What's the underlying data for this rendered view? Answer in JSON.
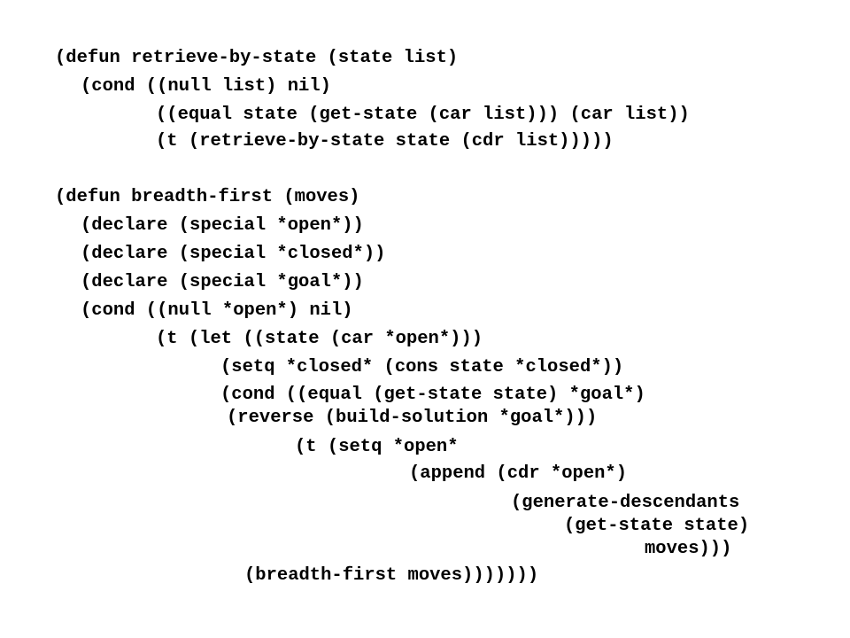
{
  "code": {
    "retrieve_by_state": [
      "(defun retrieve-by-state (state list)",
      "(cond ((null list) nil)",
      "((equal state (get-state (car list))) (car list))",
      "(t (retrieve-by-state state (cdr list)))))"
    ],
    "breadth_first": [
      "(defun breadth-first (moves)",
      "(declare (special *open*))",
      "(declare (special *closed*))",
      "(declare (special *goal*))",
      "(cond ((null *open*) nil)",
      "(t (let ((state (car *open*)))",
      "(setq *closed* (cons state *closed*))",
      "(cond ((equal (get-state state) *goal*)",
      "(reverse (build-solution *goal*)))",
      "(t (setq *open*",
      "(append (cdr *open*)",
      "(generate-descendants",
      "(get-state state)",
      "moves)))",
      "(breadth-first moves)))))))"
    ]
  }
}
